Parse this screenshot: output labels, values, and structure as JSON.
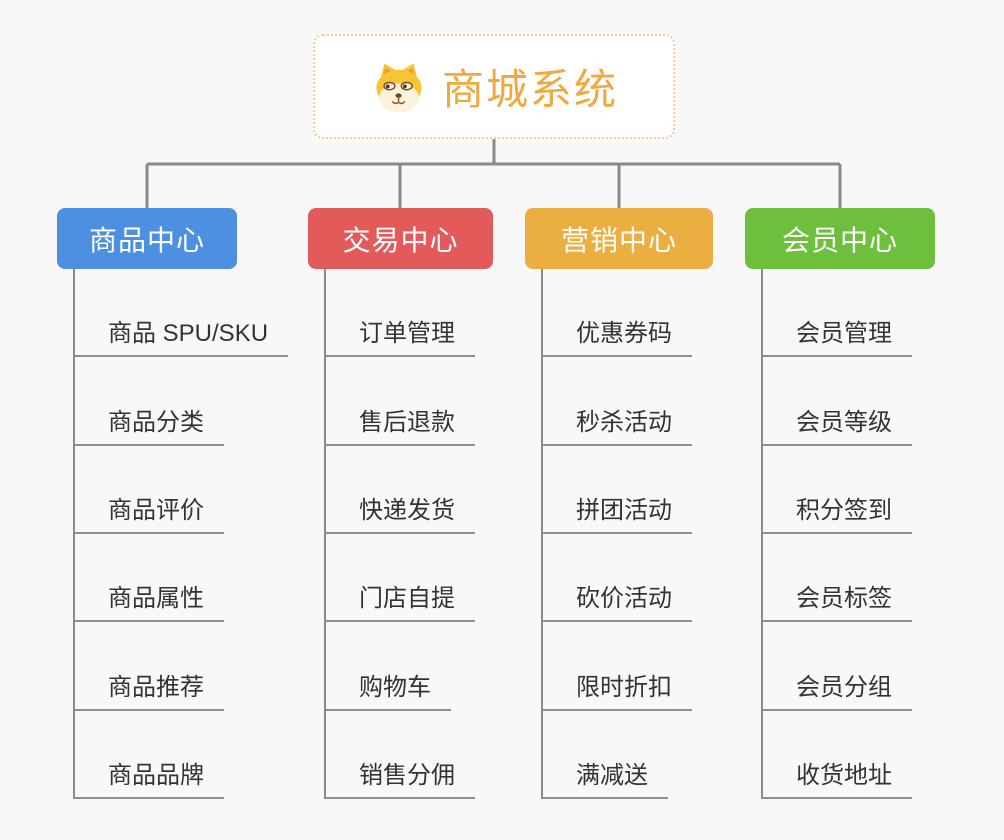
{
  "root": {
    "title": "商城系统",
    "icon": "shiba-dog-icon",
    "border_color": "#F3CD90",
    "title_color": "#F0A93E",
    "background": "#FFFFFF"
  },
  "connector_color": "#8A8A8A",
  "canvas_background": "#F8F8F8",
  "branches": [
    {
      "label": "商品中心",
      "color": "#4D90E1",
      "items": [
        "商品 SPU/SKU",
        "商品分类",
        "商品评价",
        "商品属性",
        "商品推荐",
        "商品品牌"
      ]
    },
    {
      "label": "交易中心",
      "color": "#E35A5A",
      "items": [
        "订单管理",
        "售后退款",
        "快递发货",
        "门店自提",
        "购物车",
        "销售分佣"
      ]
    },
    {
      "label": "营销中心",
      "color": "#EBAE41",
      "items": [
        "优惠券码",
        "秒杀活动",
        "拼团活动",
        "砍价活动",
        "限时折扣",
        "满减送"
      ]
    },
    {
      "label": "会员中心",
      "color": "#6FBF3F",
      "items": [
        "会员管理",
        "会员等级",
        "积分签到",
        "会员标签",
        "会员分组",
        "收货地址"
      ]
    }
  ]
}
